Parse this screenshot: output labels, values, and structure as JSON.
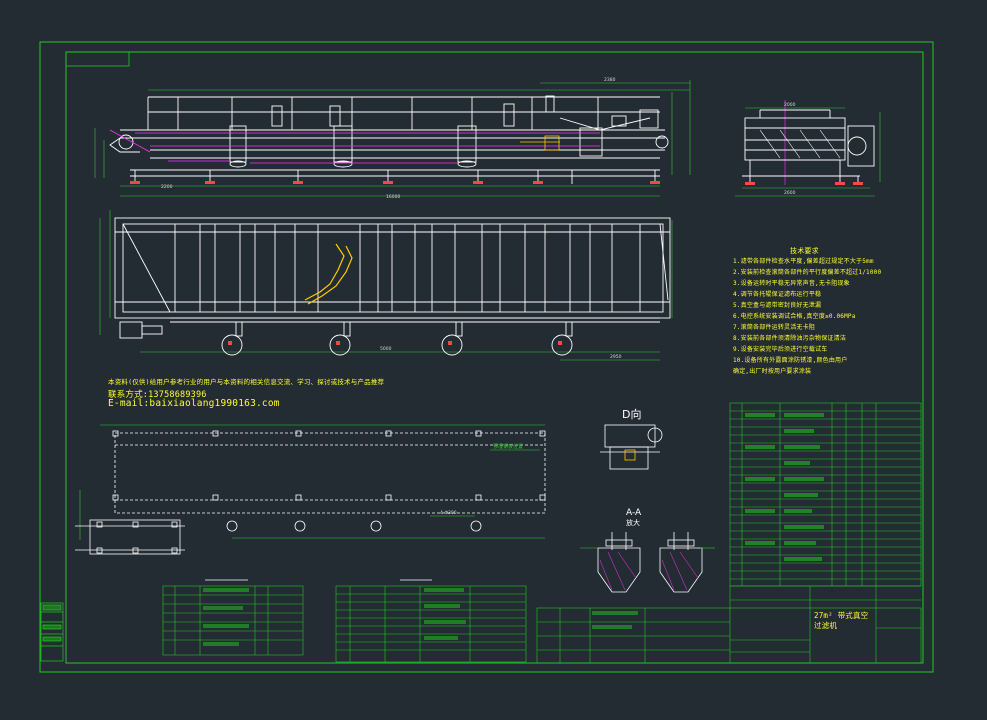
{
  "drawing": {
    "title_block": {
      "title": "27m² 带式真空过滤机"
    },
    "contact": {
      "line1": "本资料(仅供)给用户参考行业的用户与本资料的相关信息交流、学习、探讨或技术与产品推荐",
      "phone": "联系方式:13758689396",
      "email": "E-mail:baixiaolang1990163.com"
    },
    "view_labels": {
      "view_d": "D向",
      "section_aa": "A-A",
      "section_aa_sub": "放大"
    },
    "tech_notes_title": "技术要求",
    "tech_notes": [
      "1.滤带各部件检查水平度,偏差超过规定不大于5mm",
      "2.安装前检查滚筒各部件的平行度偏差不超过1/1000",
      "3.设备运转时平稳无异常声音,无卡阻现象",
      "4.调节各托辊保证滤布运行平稳",
      "5.真空盒与滤带密封良好无泄漏",
      "6.电控系统安装调试合格,真空度≥0.06MPa",
      "7.滚筒各部件运转灵活无卡阻",
      "8.安装前各部件须清除油污杂物保证清洁",
      "9.设备安装完毕后须进行空载试车",
      "10.设备所有外露面涂防锈漆,颜色由用户",
      "   确定,出厂时按用户要求涂装"
    ]
  },
  "colors": {
    "background": "#232b33",
    "frame": "#22c922",
    "geometry": "#ffffff",
    "centerline": "#ff33ff",
    "dimension": "#33cc33",
    "annotation": "#ffff33",
    "hatch": "#cc33cc",
    "accent": "#ffcc00"
  }
}
